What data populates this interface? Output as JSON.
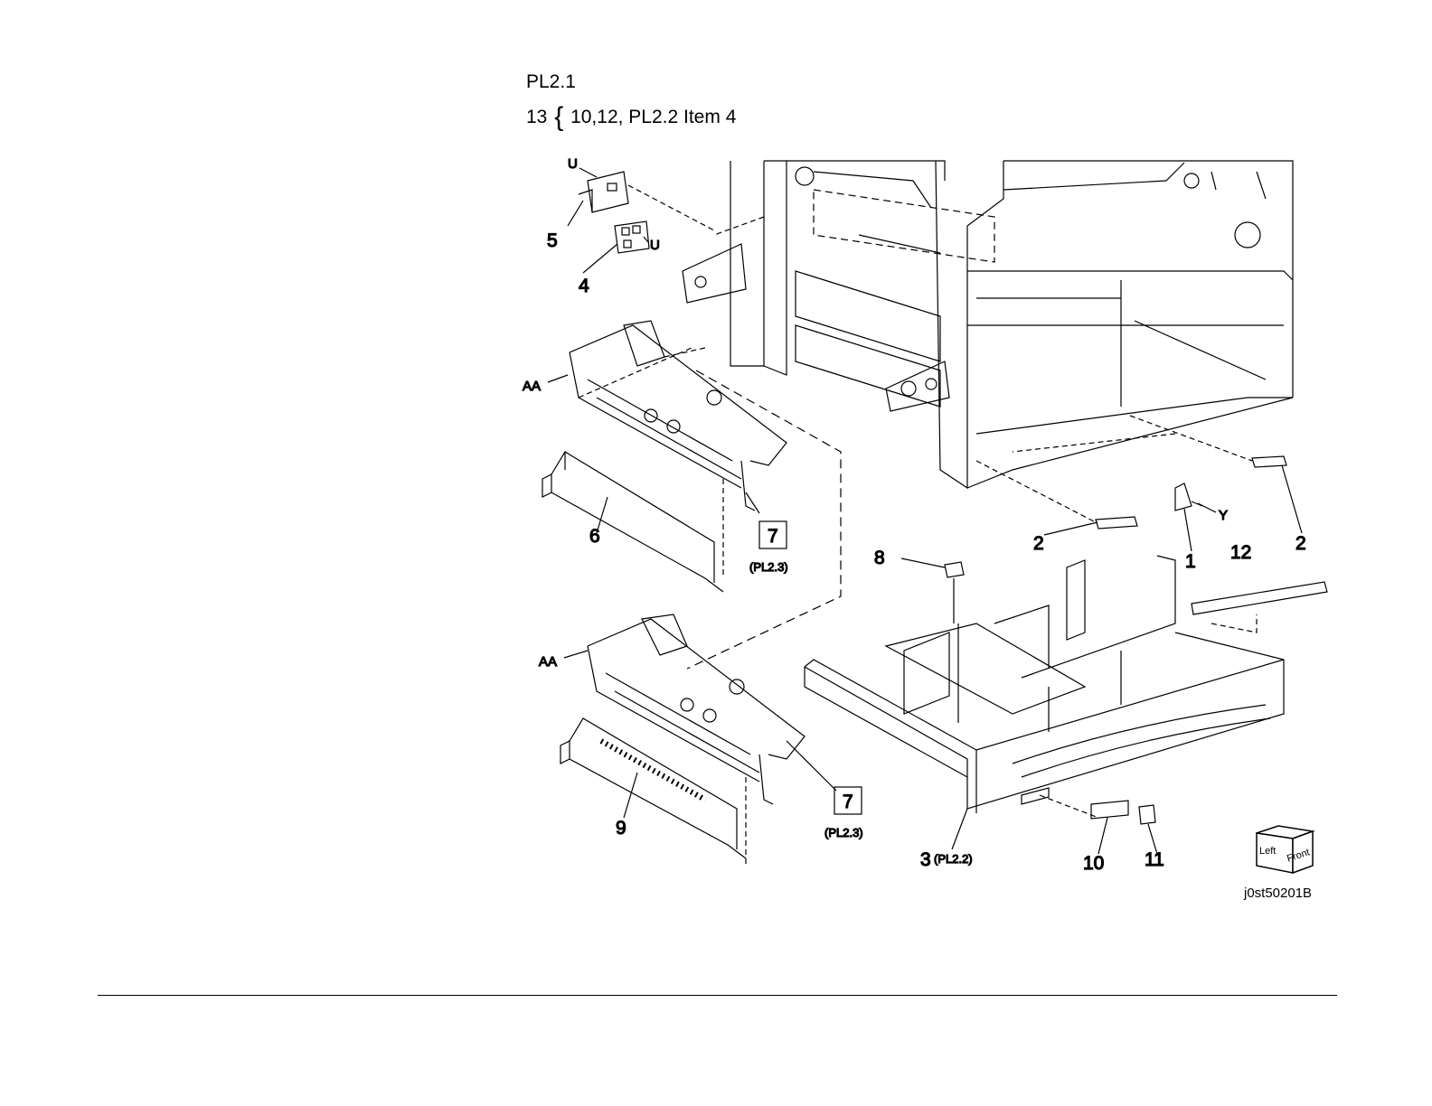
{
  "header": {
    "plate": "PL2.1",
    "kit_number": "13",
    "kit_brace": "{",
    "kit_contents": "10,12, PL2.2  Item 4"
  },
  "callouts": {
    "c1": "1",
    "c2a": "2",
    "c2b": "2",
    "c3": "3",
    "c4": "4",
    "c5": "5",
    "c6": "6",
    "c7a": "7",
    "c7b": "7",
    "c8": "8",
    "c9": "9",
    "c10": "10",
    "c11": "11",
    "c12": "12"
  },
  "refs": {
    "r7a": "(PL2.3)",
    "r7b": "(PL2.3)",
    "r3": "(PL2.2)"
  },
  "connectors": {
    "u1": "U",
    "u2": "U",
    "aa1": "AA",
    "aa2": "AA",
    "y": "Y"
  },
  "orientation": {
    "left": "Left",
    "front": "Front"
  },
  "figure_id": "j0st50201B"
}
